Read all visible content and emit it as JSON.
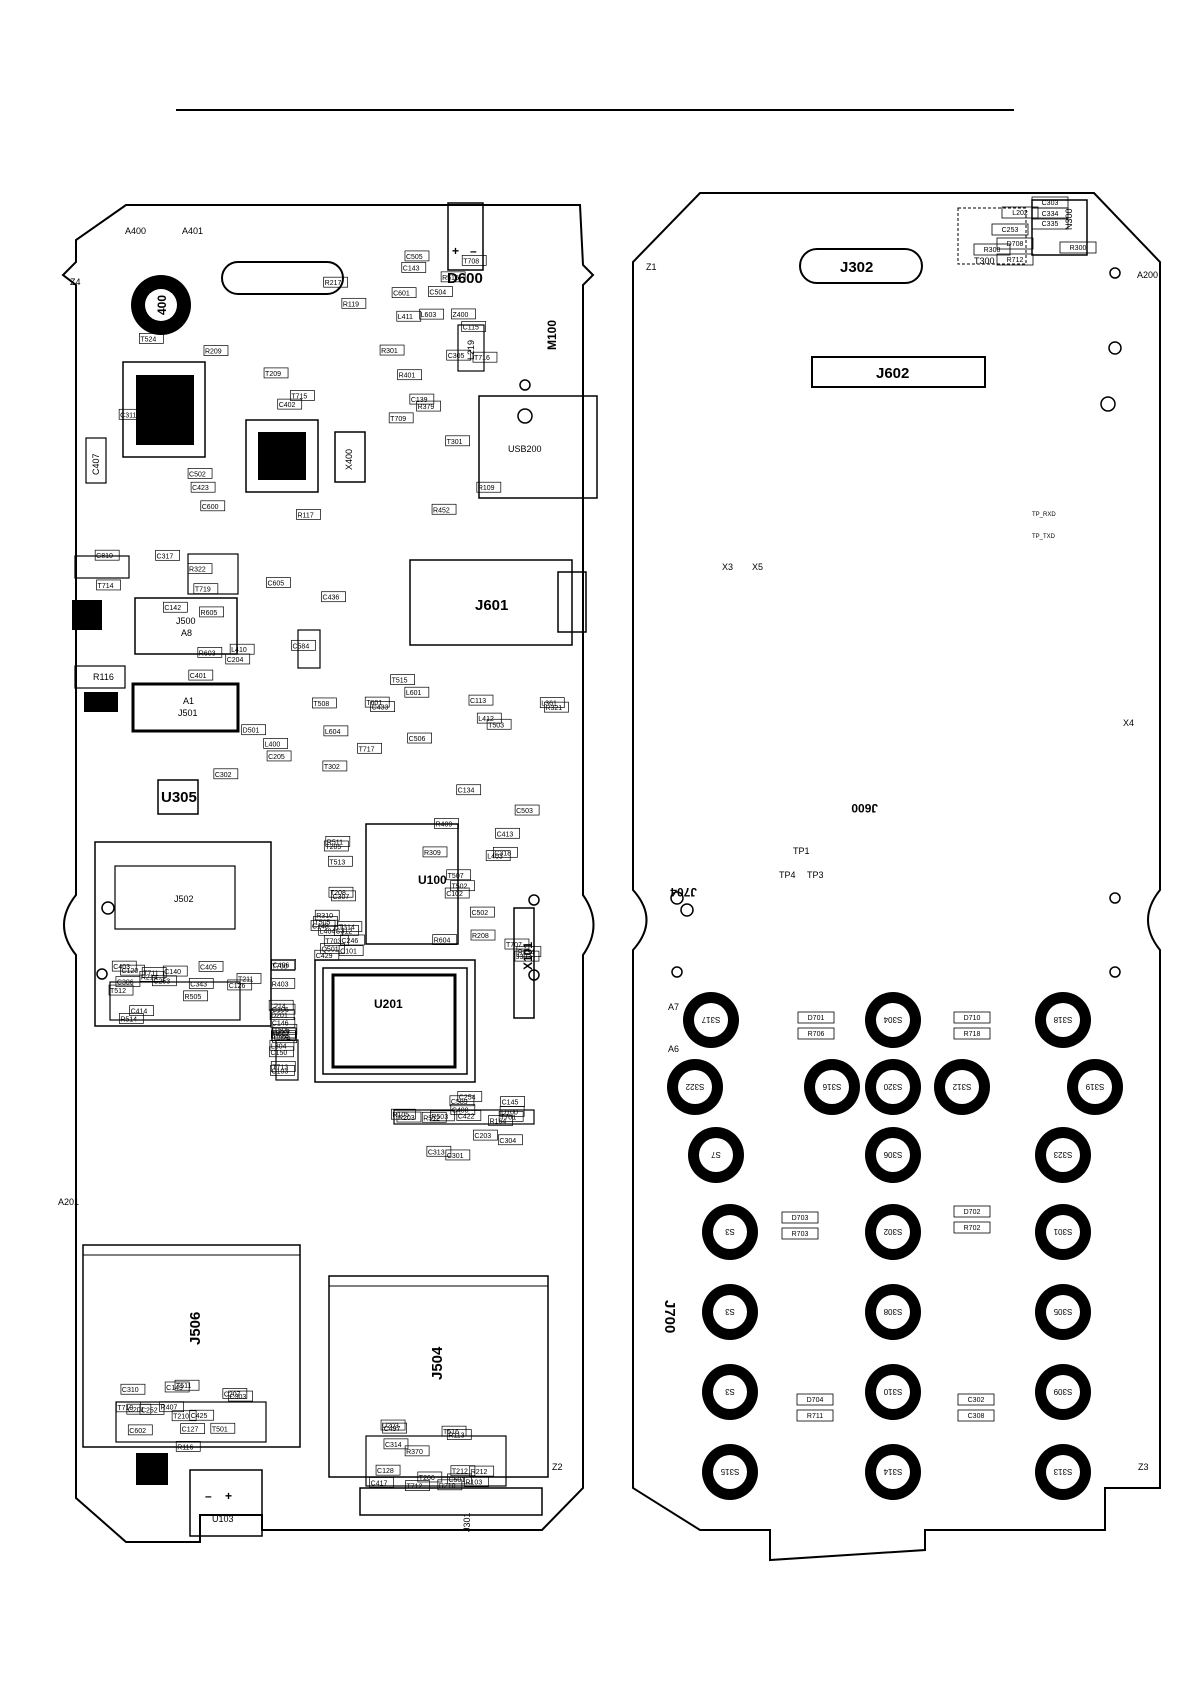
{
  "front": {
    "outline_labels": [
      "A400",
      "A401",
      "Z4",
      "A201"
    ],
    "large_labels": [
      "D600",
      "M100",
      "J601",
      "U100",
      "U201",
      "X101",
      "U305",
      "J506",
      "J504"
    ],
    "usb_label": "USB200",
    "j500_top": "J500",
    "j500_bottom": "A8",
    "j501_top": "A1",
    "j501_bottom": "J501",
    "j502": "J502",
    "u103": "U103",
    "z2": "Z2",
    "j301": "J301",
    "c407": "C407",
    "x400": "X400",
    "l219": "L219",
    "circle400": "400",
    "small_labels": [
      "C402",
      "L411",
      "C401",
      "L400",
      "L403",
      "L404",
      "C406",
      "C408",
      "C405",
      "C425",
      "C497",
      "R452",
      "R401",
      "C436",
      "C433",
      "C413",
      "C429",
      "R403",
      "C422",
      "C414",
      "R407",
      "C417",
      "C423",
      "Z400",
      "L410",
      "L412",
      "R409",
      "T205",
      "L214",
      "C203",
      "T211",
      "T210",
      "T206",
      "T209",
      "L603",
      "C605",
      "L604",
      "R234",
      "C246",
      "R602",
      "C254",
      "C253",
      "C252",
      "T212",
      "C600",
      "R301",
      "C204",
      "C205",
      "R208",
      "T208",
      "C150",
      "D100",
      "C403",
      "T501",
      "C501",
      "C502",
      "C505",
      "C810",
      "C506",
      "C503",
      "R511",
      "D201",
      "R203",
      "R214",
      "C207",
      "U203",
      "R217",
      "R516",
      "R603",
      "D501",
      "C502",
      "Q501",
      "R517",
      "R512",
      "R514",
      "C310",
      "C314",
      "C311",
      "C305",
      "C302",
      "L601",
      "R604",
      "C307",
      "C324",
      "C301",
      "C126",
      "C127",
      "R103",
      "R117",
      "R109",
      "R322",
      "R321",
      "C318",
      "C312",
      "C106",
      "C304",
      "C306",
      "R116",
      "R113",
      "R119",
      "C139",
      "C317",
      "L361",
      "R309",
      "R310",
      "L304",
      "C313",
      "C343",
      "C303",
      "R370",
      "R379",
      "C601",
      "R605",
      "T601",
      "C134",
      "C148",
      "C146",
      "C145",
      "C140",
      "C149",
      "C128",
      "C143",
      "C115",
      "C142",
      "C113",
      "C102",
      "C101",
      "C103",
      "R164",
      "C120",
      "C602",
      "R210",
      "R209",
      "C504",
      "T508",
      "T503",
      "T502",
      "T505",
      "T506",
      "R503",
      "R505",
      "C201",
      "R212",
      "T715",
      "T716",
      "T714",
      "T717",
      "T707",
      "T703",
      "T700",
      "T701",
      "T711",
      "T710",
      "T712",
      "T709",
      "T708",
      "T719",
      "T515",
      "T507",
      "T513",
      "T514",
      "C589",
      "T512",
      "T511",
      "T516",
      "T524",
      "T301",
      "T302",
      "C584",
      "J303",
      "T314",
      "T713",
      "R105"
    ]
  },
  "back": {
    "large_labels": [
      "J302",
      "J602",
      "J600",
      "J704",
      "J700"
    ],
    "outline_labels": [
      "Z1",
      "A200",
      "X4",
      "Z3",
      "A7",
      "A6",
      "X3",
      "X5",
      "TP1",
      "TP4",
      "TP3",
      "TP_RXD",
      "TP_TXD"
    ],
    "n300": "N300",
    "t300": "T300",
    "small_labels": [
      "L202",
      "C253",
      "C303",
      "C334",
      "C335",
      "R300",
      "R308",
      "D708",
      "R712",
      "D701",
      "R706",
      "D710",
      "R718",
      "D703",
      "R703",
      "D702",
      "R702",
      "D704",
      "R711",
      "C302",
      "C308"
    ],
    "keys": [
      "S317",
      "S304",
      "S318",
      "S322",
      "S316",
      "S320",
      "S312",
      "S319",
      "S7",
      "S306",
      "S323",
      "S3",
      "S302",
      "S301",
      "S3",
      "S308",
      "S305",
      "S3",
      "S310",
      "S309",
      "S315",
      "S314",
      "S313"
    ]
  }
}
